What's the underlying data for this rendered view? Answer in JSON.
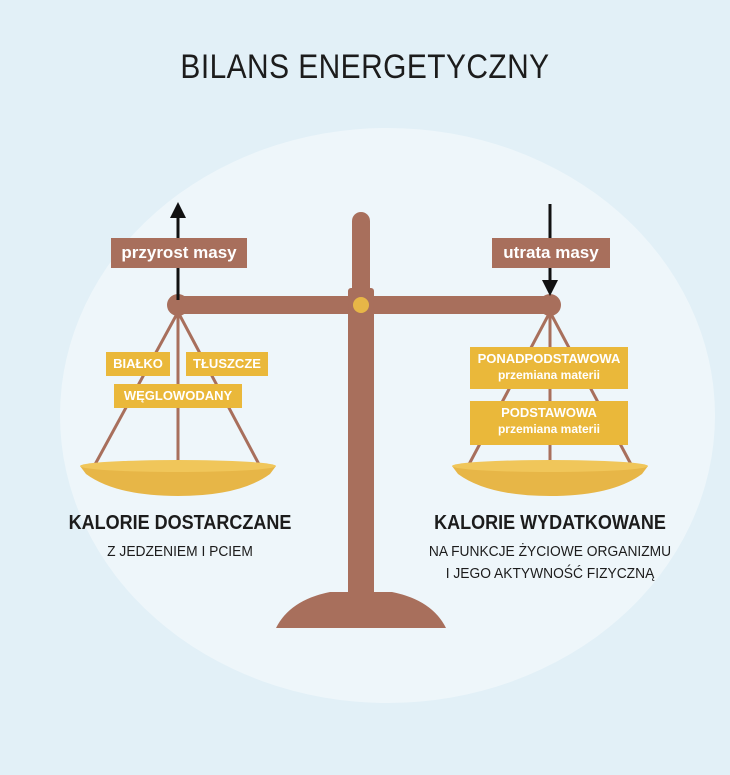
{
  "title": "BILANS ENERGETYCZNY",
  "left": {
    "arrow_label": "przyrost masy",
    "items": [
      "BIAŁKO",
      "TŁUSZCZE",
      "WĘGLOWODANY"
    ],
    "heading": "KALORIE DOSTARCZANE",
    "caption": "Z JEDZENIEM I PCIEM"
  },
  "right": {
    "arrow_label": "utrata masy",
    "items": [
      {
        "title": "PONADPODSTAWOWA",
        "sub": "przemiana materii"
      },
      {
        "title": "PODSTAWOWA",
        "sub": "przemiana materii"
      }
    ],
    "heading": "KALORIE WYDATKOWANE",
    "caption_line1": "NA FUNKCJE ŻYCIOWE ORGANIZMU",
    "caption_line2": "I JEGO AKTYWNOŚĆ FIZYCZNĄ"
  },
  "colors": {
    "beam": "#a86f5c",
    "pan": "#e7b647",
    "label_box": "#eab83a",
    "tag": "#a86f5c",
    "background": "#e2f0f7"
  }
}
